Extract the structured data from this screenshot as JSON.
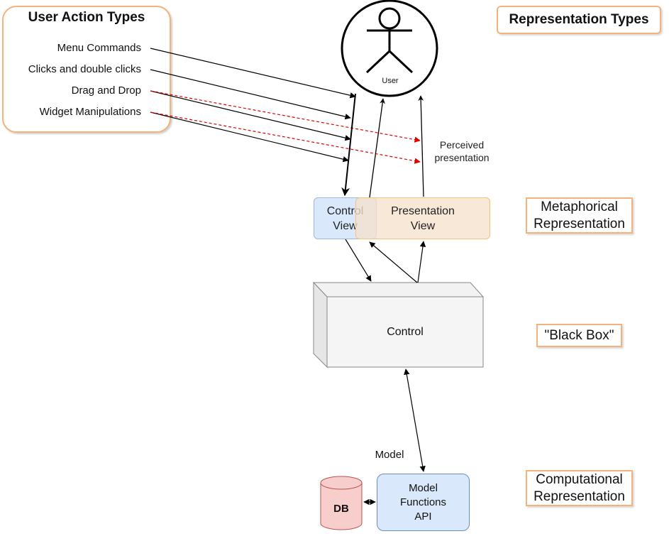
{
  "user_actions": {
    "title": "User Action Types",
    "items": [
      "Menu Commands",
      "Clicks and double clicks",
      "Drag and Drop",
      "Widget Manipulations"
    ]
  },
  "user": {
    "label": "User"
  },
  "perceived": "Perceived presentation",
  "views": {
    "control": "Control View",
    "presentation": "Presentation View"
  },
  "control": {
    "label": "Control"
  },
  "model": {
    "label": "Model",
    "api": "Model Functions API",
    "db": "DB"
  },
  "representation_types": {
    "title": "Representation Types",
    "metaphorical": "Metaphorical Representation",
    "black_box": "\"Black Box\"",
    "computational": "Computational Representation"
  },
  "colors": {
    "panel_border": "#f5b27a",
    "control_view_fill": "#dae8fc",
    "presentation_view_fill": "#f5e2cd",
    "model_fill": "#fff2cc",
    "api_fill": "#dae8fc",
    "db_fill": "#f8cecc",
    "dashed_arrow": "#e00000"
  }
}
